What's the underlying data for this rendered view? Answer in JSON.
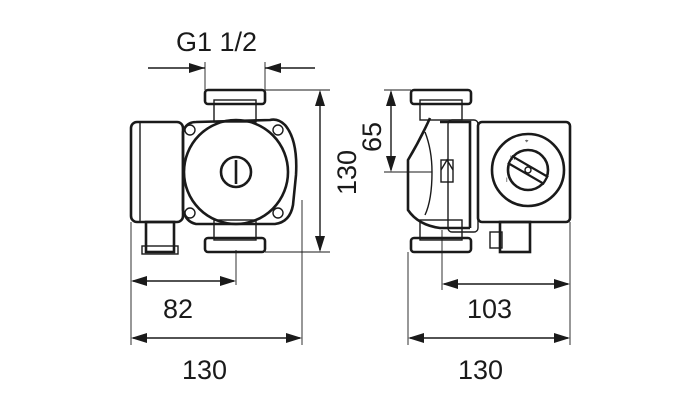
{
  "dimensions": {
    "thread": "G1 1/2",
    "left_height": "130",
    "left_depth": "82",
    "left_width": "130",
    "right_height": "65",
    "right_depth": "103",
    "right_width": "130"
  },
  "colors": {
    "line": "#1a1a1a",
    "background": "#ffffff"
  }
}
